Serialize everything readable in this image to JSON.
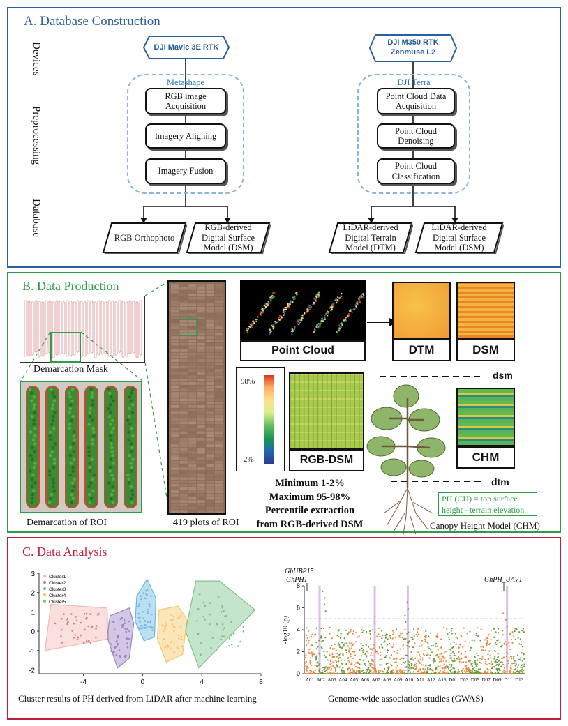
{
  "colors": {
    "panel_a": "#2c5f9e",
    "panel_b": "#2e9a4a",
    "panel_c": "#c01f3c",
    "dashed": "#8ab4dc"
  },
  "panel_a": {
    "title": "A.  Database Construction",
    "row_labels": [
      "Devices",
      "Preprocessing",
      "Database"
    ],
    "left": {
      "device": "DJI Mavic 3E RTK",
      "software": "Metashape",
      "steps": [
        "RGB image Acquisition",
        "Imagery Aligning",
        "Imagery Fusion"
      ],
      "outputs": [
        "RGB Orthophoto",
        "RGB-derived Digital Surface Model (DSM)"
      ]
    },
    "right": {
      "device": "DJI M350 RTK",
      "device_sub": "Zenmuse L2",
      "software": "DJI Terra",
      "steps": [
        "Point Cloud Data Acquisition",
        "Point Cloud Denoising",
        "Point Cloud Classification"
      ],
      "outputs": [
        "LiDAR-derived Digital Terrain Model (DTM)",
        "LiDAR-derived Digital Surface Model (DSM)"
      ]
    }
  },
  "panel_b": {
    "title": "B.  Data Production",
    "demarcation_mask": "Demarcation Mask",
    "demarcation_roi": "Demarcation of ROI",
    "plots_roi": "419 plots of ROI",
    "point_cloud": "Point Cloud",
    "dtm_label": "DTM",
    "dsm_label": "DSM",
    "rgb_dsm": "RGB-DSM",
    "chm_label": "CHM",
    "colorbar_top": "98%",
    "colorbar_bottom": "2%",
    "percentile_lines": [
      "Minimum 1-2%",
      "Maximum 95-98%",
      "Percentile extraction",
      "from RGB-derived DSM"
    ],
    "dsm_line": "dsm",
    "dtm_line": "dtm",
    "ph_formula_1": "PH (CH) = top surface",
    "ph_formula_2": "height -  terrain elevation",
    "chm_caption": "Canopy Height Model (CHM)"
  },
  "panel_c": {
    "title": "C.  Data Analysis",
    "scatter_caption": "Cluster results of PH derived from LiDAR after machine learning",
    "gwas_caption": "Genome-wide association studies (GWAS)",
    "gene_labels": [
      "GhUBP15",
      "GhPH1",
      "GhPH_UAV1"
    ],
    "ylabel_gwas": "-log10 (p)"
  },
  "chart_data": [
    {
      "type": "scatter",
      "title": "",
      "xlabel": "",
      "ylabel": "",
      "xlim": [
        -7,
        8
      ],
      "ylim": [
        -2.2,
        3
      ],
      "x_ticks": [
        -4,
        0,
        4,
        8
      ],
      "y_ticks": [
        -2,
        -1,
        0,
        1,
        2,
        3
      ],
      "legend_position": "top-left",
      "series": [
        {
          "name": "Cluster1",
          "color": "#f2b8b4",
          "hull": [
            [
              -6.2,
              1.4
            ],
            [
              -2.4,
              1.2
            ],
            [
              -2.3,
              -0.4
            ],
            [
              -6.6,
              -1.0
            ]
          ]
        },
        {
          "name": "Cluster2",
          "color": "#9c82c6",
          "hull": [
            [
              -2.2,
              0.8
            ],
            [
              -0.9,
              1.2
            ],
            [
              -0.6,
              0.4
            ],
            [
              -0.9,
              -1.4
            ],
            [
              -1.7,
              -1.9
            ],
            [
              -2.4,
              -0.3
            ]
          ]
        },
        {
          "name": "Cluster3",
          "color": "#6bb8e0",
          "hull": [
            [
              -0.4,
              1.8
            ],
            [
              0.3,
              2.7
            ],
            [
              0.9,
              1.7
            ],
            [
              0.8,
              -0.3
            ],
            [
              0.1,
              -0.5
            ],
            [
              -0.5,
              0.5
            ]
          ]
        },
        {
          "name": "Cluster4",
          "color": "#f5c766",
          "hull": [
            [
              1.1,
              1.1
            ],
            [
              2.4,
              1.3
            ],
            [
              3.0,
              0.6
            ],
            [
              2.7,
              -1.2
            ],
            [
              1.6,
              -1.6
            ],
            [
              1.0,
              -0.4
            ]
          ]
        },
        {
          "name": "Cluster5",
          "color": "#7cc38b",
          "hull": [
            [
              3.6,
              2.6
            ],
            [
              5.2,
              2.6
            ],
            [
              7.6,
              1.1
            ],
            [
              3.8,
              -1.9
            ],
            [
              2.9,
              0.0
            ]
          ]
        }
      ]
    },
    {
      "type": "scatter",
      "title": "",
      "ylabel": "-log10 (p)",
      "ylim": [
        0,
        8
      ],
      "y_ticks": [
        0,
        2,
        4,
        6,
        8
      ],
      "threshold": 5,
      "categories": [
        "A01",
        "A02",
        "A03",
        "A04",
        "A05",
        "A06",
        "A07",
        "A08",
        "A09",
        "A10",
        "A11",
        "A12",
        "A13",
        "D01",
        "D03",
        "D05",
        "D07",
        "D09",
        "D11",
        "D13"
      ],
      "peaks": [
        {
          "chromosome": "A02",
          "value": 7.5
        },
        {
          "chromosome": "A07",
          "value": 5.2
        },
        {
          "chromosome": "A10",
          "value": 6.5
        },
        {
          "chromosome": "D11",
          "value": 5.5
        }
      ]
    }
  ]
}
